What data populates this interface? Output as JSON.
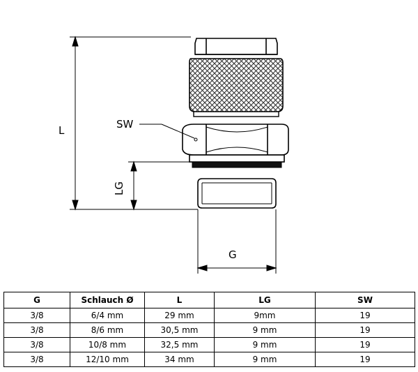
{
  "drawing": {
    "labels": {
      "L": "L",
      "SW": "SW",
      "LG": "LG",
      "G": "G"
    }
  },
  "table": {
    "headers": [
      "G",
      "Schlauch Ø",
      "L",
      "LG",
      "SW"
    ],
    "rows": [
      [
        "3/8",
        "6/4 mm",
        "29 mm",
        "9mm",
        "19"
      ],
      [
        "3/8",
        "8/6 mm",
        "30,5 mm",
        "9 mm",
        "19"
      ],
      [
        "3/8",
        "10/8 mm",
        "32,5 mm",
        "9 mm",
        "19"
      ],
      [
        "3/8",
        "12/10 mm",
        "34 mm",
        "9 mm",
        "19"
      ]
    ]
  }
}
